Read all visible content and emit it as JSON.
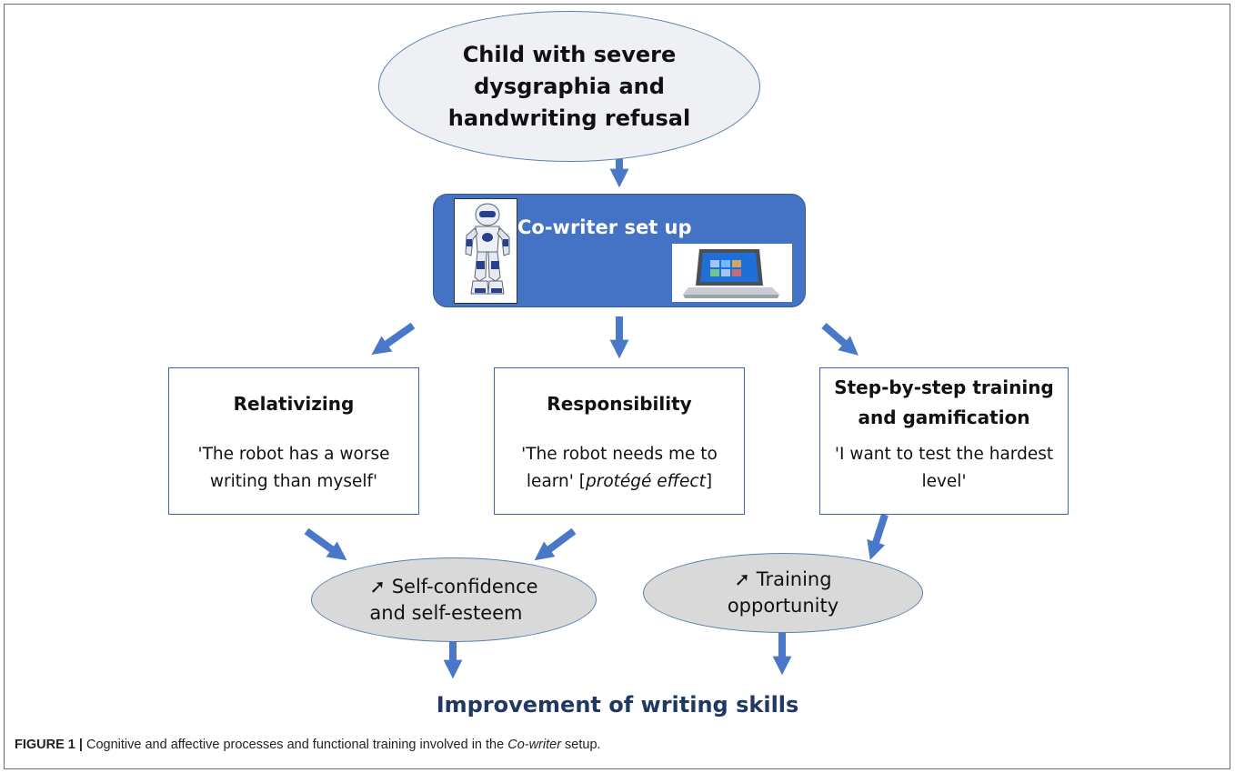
{
  "top_node": {
    "lines": [
      "Child with severe",
      "dysgraphia and",
      "handwriting refusal"
    ]
  },
  "setup": {
    "title": "Co-writer set up",
    "robot_icon": "robot-icon",
    "tablet_icon": "tablet-icon"
  },
  "boxes": [
    {
      "title_lines": [
        "Relativizing"
      ],
      "quote_lines": [
        "'The robot has a worse",
        "writing than myself'"
      ]
    },
    {
      "title_lines": [
        "Responsibility"
      ],
      "quote_lines": [
        "'The robot needs me to",
        "learn' [",
        "protégé effect",
        "]"
      ]
    },
    {
      "title_lines": [
        "Step-by-step training",
        "and gamification"
      ],
      "quote_lines": [
        "'I want to test the hardest",
        "level'"
      ]
    }
  ],
  "outcomes": [
    {
      "symbol": "➚",
      "lines": [
        " Self-confidence",
        "and self-esteem"
      ]
    },
    {
      "symbol": "➚",
      "lines": [
        " Training",
        "opportunity"
      ]
    }
  ],
  "result": "Improvement of writing skills",
  "caption": {
    "label": "FIGURE 1 |",
    "text_before": " Cognitive and affective processes and functional training involved in the ",
    "italic": "Co-writer",
    "text_after": " setup."
  },
  "colors": {
    "accent": "#4472c4",
    "arrow": "#4a78c8",
    "result_text": "#1f3864",
    "outcome_fill": "#d9d9d9"
  }
}
